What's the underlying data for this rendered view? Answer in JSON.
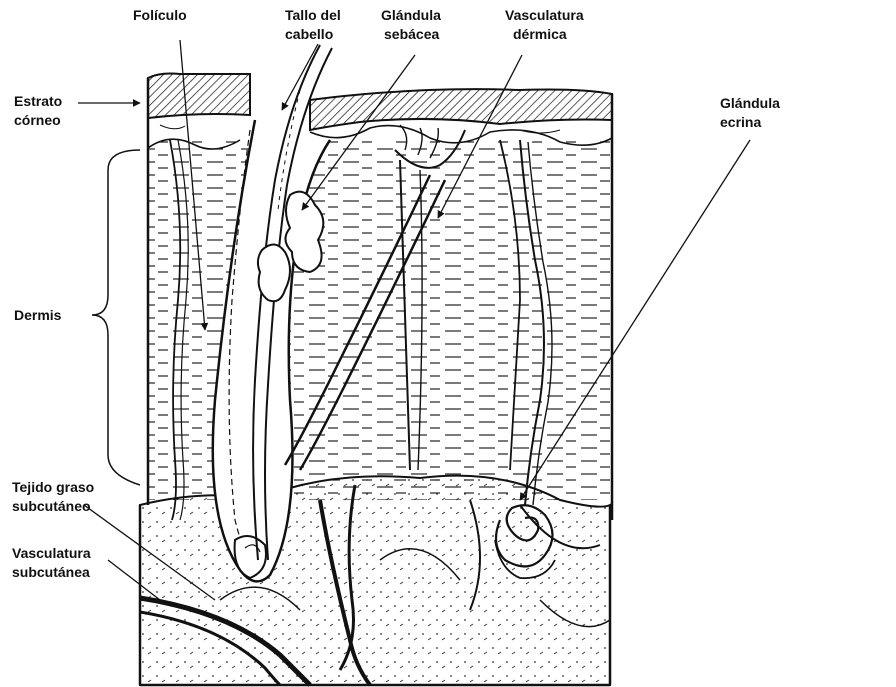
{
  "labels": {
    "foliculo": "Folículo",
    "tallo_1": "Tallo del",
    "tallo_2": "cabello",
    "glandula_seb_1": "Glándula",
    "glandula_seb_2": "sebácea",
    "vasc_derm_1": "Vasculatura",
    "vasc_derm_2": "dérmica",
    "estrato_1": "Estrato",
    "estrato_2": "córneo",
    "glandula_ecr_1": "Glándula",
    "glandula_ecr_2": "ecrina",
    "dermis": "Dermis",
    "tejido_1": "Tejido graso",
    "tejido_2": "subcutáneo",
    "vasc_sub_1": "Vasculatura",
    "vasc_sub_2": "subcutánea"
  },
  "colors": {
    "ink": "#111111",
    "paper": "#ffffff"
  }
}
